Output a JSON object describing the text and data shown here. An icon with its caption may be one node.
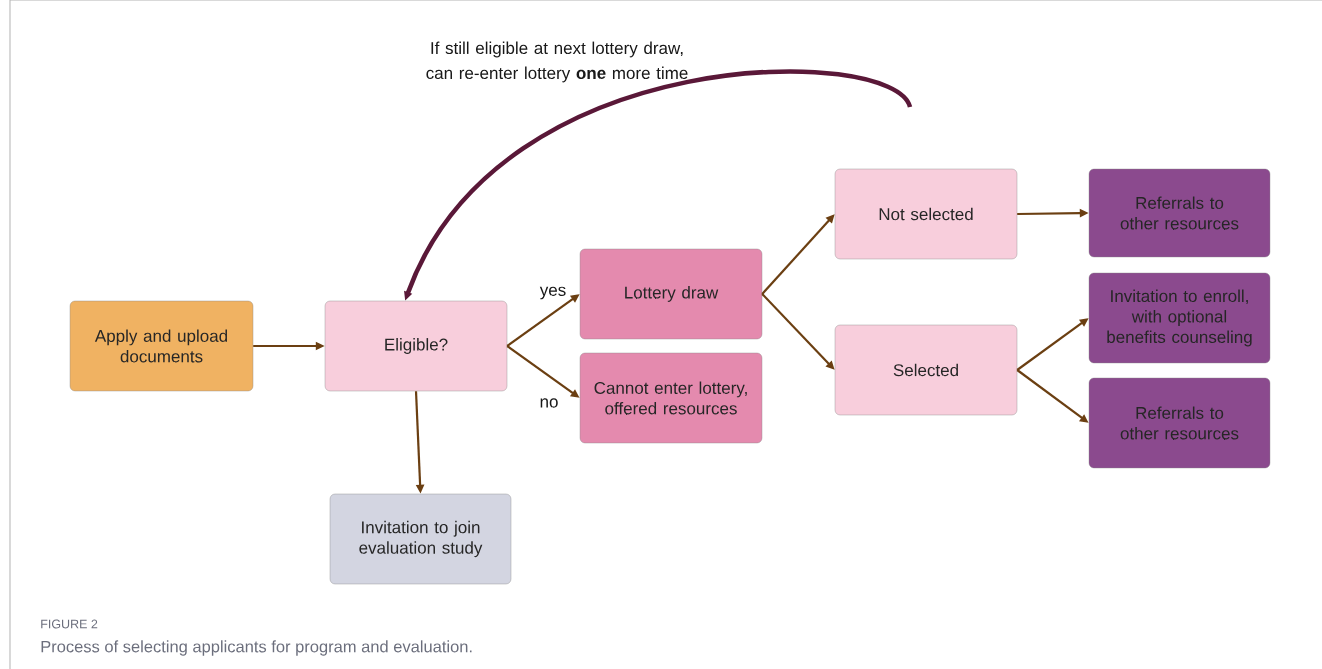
{
  "diagram": {
    "caption": "Process of selecting applicants for program and evaluation.",
    "nodes": [
      {
        "text": [
          "Apply and upload documents"
        ]
      },
      {
        "text": [
          "Eligible?"
        ]
      },
      {
        "text": [
          "Lottery draw"
        ]
      },
      {
        "text": [
          "Cannot enter lottery, offered resources"
        ]
      },
      {
        "text": [
          "Not selected"
        ]
      },
      {
        "text": [
          "Selected"
        ]
      },
      {
        "text": [
          "Referrals to other resources"
        ]
      },
      {
        "text": [
          "Invitation to enroll, with optional benefits counseling"
        ]
      },
      {
        "text": [
          "Referrals to other resources"
        ]
      },
      {
        "text": [
          "Invitation to join evaluation study"
        ]
      }
    ],
    "edges": [
      {
        "from": 0,
        "to": 1,
        "arrow": "to"
      },
      {
        "from": 1,
        "to": 2,
        "arrow": "to",
        "label": "yes"
      },
      {
        "from": 1,
        "to": 3,
        "arrow": "to",
        "label": "no"
      },
      {
        "from": 1,
        "to": 9,
        "arrow": "to"
      },
      {
        "from": 2,
        "to": 4,
        "arrow": "to"
      },
      {
        "from": 2,
        "to": 5,
        "arrow": "to"
      },
      {
        "from": 4,
        "to": 6,
        "arrow": "to"
      },
      {
        "from": 5,
        "to": 7,
        "arrow": "to"
      },
      {
        "from": 5,
        "to": 8,
        "arrow": "to"
      },
      {
        "from": null,
        "to": 1,
        "arrow": "to",
        "color": "#5a1838",
        "style": "thick",
        "label": "If still eligible at next lottery draw, can re-enter lottery **one** more time"
      }
    ],
    "labels": [
      "FIGURE 2"
    ]
  }
}
